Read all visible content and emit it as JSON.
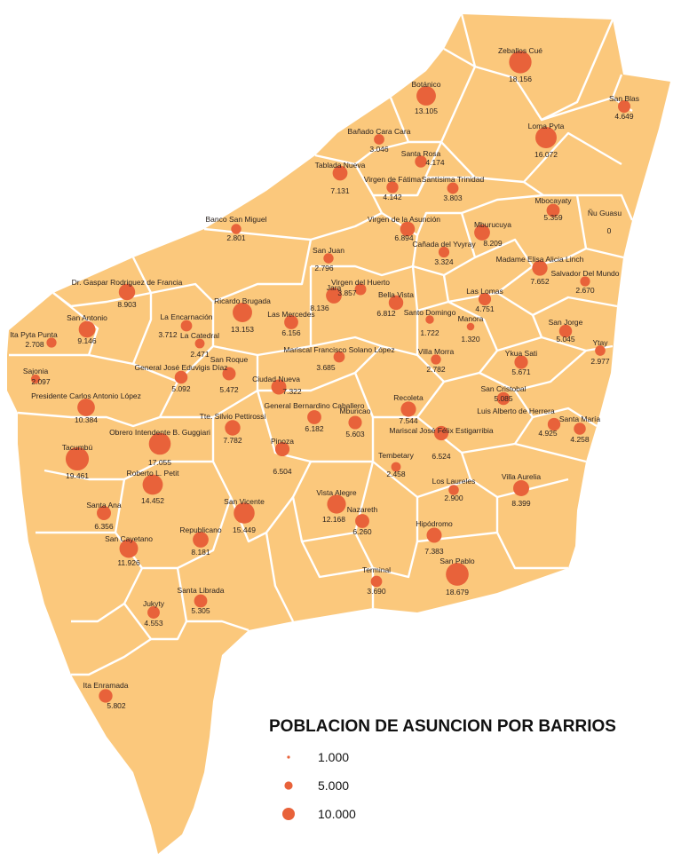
{
  "legend": {
    "title": "POBLACION DE ASUNCION POR BARRIOS",
    "items": [
      {
        "label": "1.000",
        "value": 1000
      },
      {
        "label": "5.000",
        "value": 5000
      },
      {
        "label": "10.000",
        "value": 10000
      }
    ]
  },
  "colors": {
    "land": "#fbc87c",
    "border": "#ffffff",
    "marker": "#e8623a",
    "text": "#2b2320"
  },
  "barrios": [
    {
      "name": "Zeballos Cué",
      "pop_label": "18.156",
      "pop": 18156
    },
    {
      "name": "San Blas",
      "pop_label": "4.649",
      "pop": 4649
    },
    {
      "name": "Botánico",
      "pop_label": "13.105",
      "pop": 13105
    },
    {
      "name": "Loma Pyta",
      "pop_label": "16.072",
      "pop": 16072
    },
    {
      "name": "Bañado Cara Cara",
      "pop_label": "3.046",
      "pop": 3046
    },
    {
      "name": "Santa Rosa",
      "pop_label": "4.174",
      "pop": 4174
    },
    {
      "name": "Tablada Nueva",
      "pop_label": "7.131",
      "pop": 7131
    },
    {
      "name": "Virgen de Fátima",
      "pop_label": "4.142",
      "pop": 4142
    },
    {
      "name": "Santísima Trinidad",
      "pop_label": "3.803",
      "pop": 3803
    },
    {
      "name": "Mbocayaty",
      "pop_label": "5.359",
      "pop": 5359
    },
    {
      "name": "Ñu Guasu",
      "pop_label": "0",
      "pop": 0
    },
    {
      "name": "Banco San Miguel",
      "pop_label": "2.801",
      "pop": 2801
    },
    {
      "name": "Virgen de la Asunción",
      "pop_label": "6.894",
      "pop": 6894
    },
    {
      "name": "Mburucuya",
      "pop_label": "8.209",
      "pop": 8209
    },
    {
      "name": "Cañada del Yvyray",
      "pop_label": "3.324",
      "pop": 3324
    },
    {
      "name": "San Juan",
      "pop_label": "2.796",
      "pop": 2796
    },
    {
      "name": "Madame Elisa Alicia Linch",
      "pop_label": "7.652",
      "pop": 7652
    },
    {
      "name": "Salvador Del Mundo",
      "pop_label": "2.670",
      "pop": 2670
    },
    {
      "name": "Dr. Gaspar Rodriguez de Francia",
      "pop_label": "8.903",
      "pop": 8903
    },
    {
      "name": "Virgen del Huerto",
      "pop_label": "3.857",
      "pop": 3857
    },
    {
      "name": "Jara",
      "pop_label": "8.136",
      "pop": 8136
    },
    {
      "name": "Bella Vista",
      "pop_label": "6.812",
      "pop": 6812
    },
    {
      "name": "Las Lomas",
      "pop_label": "4.751",
      "pop": 4751
    },
    {
      "name": "Ricardo Brugada",
      "pop_label": "13.153",
      "pop": 13153
    },
    {
      "name": "Las Mercedes",
      "pop_label": "6.156",
      "pop": 6156
    },
    {
      "name": "Ita Pyta Punta",
      "pop_label": "2.708",
      "pop": 2708
    },
    {
      "name": "San Antonio",
      "pop_label": "9.146",
      "pop": 9146
    },
    {
      "name": "La Encarnación",
      "pop_label": "3.712",
      "pop": 3712
    },
    {
      "name": "La Catedral",
      "pop_label": "2.471",
      "pop": 2471
    },
    {
      "name": "Santo Domingo",
      "pop_label": "1.722",
      "pop": 1722
    },
    {
      "name": "Manora",
      "pop_label": "1.320",
      "pop": 1320
    },
    {
      "name": "San Jorge",
      "pop_label": "5.045",
      "pop": 5045
    },
    {
      "name": "Ytay",
      "pop_label": "2.977",
      "pop": 2977
    },
    {
      "name": "Mariscal Francisco Solano López",
      "pop_label": "3.685",
      "pop": 3685
    },
    {
      "name": "Villa Morra",
      "pop_label": "2.782",
      "pop": 2782
    },
    {
      "name": "Ykua Sati",
      "pop_label": "5.671",
      "pop": 5671
    },
    {
      "name": "Sajonia",
      "pop_label": "2.097",
      "pop": 2097
    },
    {
      "name": "General José Eduvigis Díaz",
      "pop_label": "5.092",
      "pop": 5092
    },
    {
      "name": "San Roque",
      "pop_label": "5.472",
      "pop": 5472
    },
    {
      "name": "Ciudad Nueva",
      "pop_label": "7.322",
      "pop": 7322
    },
    {
      "name": "San Cristobal",
      "pop_label": "5.085",
      "pop": 5085
    },
    {
      "name": "Presidente Carlos Antonio López",
      "pop_label": "10.384",
      "pop": 10384
    },
    {
      "name": "Recoleta",
      "pop_label": "7.544",
      "pop": 7544
    },
    {
      "name": "Luis Alberto de Herrera",
      "pop_label": "4.925",
      "pop": 4925
    },
    {
      "name": "Santa María",
      "pop_label": "4.258",
      "pop": 4258
    },
    {
      "name": "General Bernardino Caballero",
      "pop_label": "6.182",
      "pop": 6182
    },
    {
      "name": "Tte. Silvio Pettirossi",
      "pop_label": "7.782",
      "pop": 7782
    },
    {
      "name": "Mburicao",
      "pop_label": "5.603",
      "pop": 5603
    },
    {
      "name": "Obrero Intendente B. Guggiari",
      "pop_label": "17.055",
      "pop": 17055
    },
    {
      "name": "Tacumbú",
      "pop_label": "19.461",
      "pop": 19461
    },
    {
      "name": "Mariscal José Félix Estigarribia",
      "pop_label": "6.524",
      "pop": 6524
    },
    {
      "name": "Tembetary",
      "pop_label": "2.458",
      "pop": 2458
    },
    {
      "name": "Pinoza",
      "pop_label": "6.504",
      "pop": 6504
    },
    {
      "name": "Roberto L. Petit",
      "pop_label": "14.452",
      "pop": 14452
    },
    {
      "name": "Los Laureles",
      "pop_label": "2.900",
      "pop": 2900
    },
    {
      "name": "Villa Aurelia",
      "pop_label": "8.399",
      "pop": 8399
    },
    {
      "name": "Vista Alegre",
      "pop_label": "12.168",
      "pop": 12168
    },
    {
      "name": "San Vicente",
      "pop_label": "15.449",
      "pop": 15449
    },
    {
      "name": "Santa Ana",
      "pop_label": "6.356",
      "pop": 6356
    },
    {
      "name": "Nazareth",
      "pop_label": "6.260",
      "pop": 6260
    },
    {
      "name": "Republicano",
      "pop_label": "8.181",
      "pop": 8181
    },
    {
      "name": "Hipódromo",
      "pop_label": "7.383",
      "pop": 7383
    },
    {
      "name": "San Cayetano",
      "pop_label": "11.926",
      "pop": 11926
    },
    {
      "name": "San Pablo",
      "pop_label": "18.679",
      "pop": 18679
    },
    {
      "name": "Terminal",
      "pop_label": "3.690",
      "pop": 3690
    },
    {
      "name": "Santa Librada",
      "pop_label": "5.305",
      "pop": 5305
    },
    {
      "name": "Jukyty",
      "pop_label": "4.553",
      "pop": 4553
    },
    {
      "name": "Ita Enramada",
      "pop_label": "5.802",
      "pop": 5802
    }
  ]
}
